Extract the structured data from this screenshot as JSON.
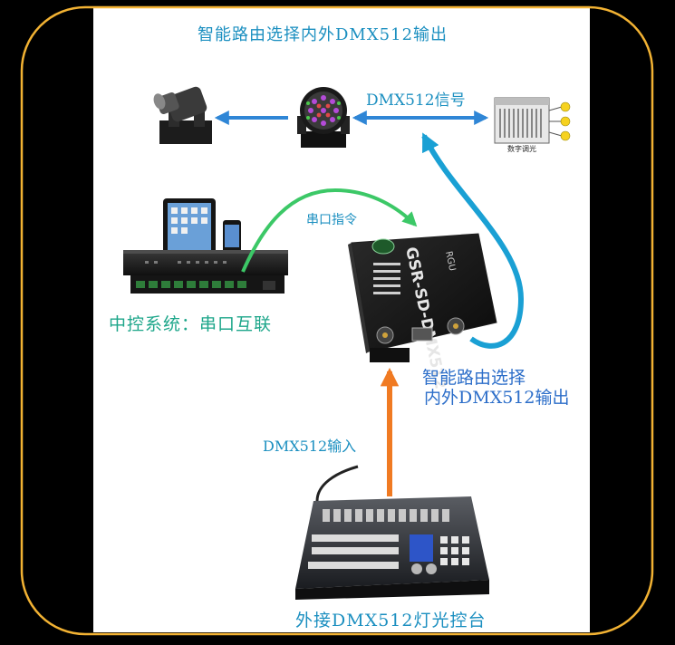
{
  "title": "智能路由选择内外DMX512输出",
  "dmx_signal_label": "DMX512信号",
  "serial_command_label": "串口指令",
  "control_system_label": "中控系统：串口互联",
  "router_label_line1": "智能路由选择",
  "router_label_line2": "内外DMX512输出",
  "dmx_input_label": "DMX512输入",
  "console_label": "外接DMX512灯光控台",
  "device_model_text": "GSR-SD-DMX512",
  "device_brand_text": "RGU",
  "dimmer_caption": "数字调光",
  "colors": {
    "frame_border": "#f2b233",
    "background": "#000000",
    "canvas": "#ffffff",
    "arrow_blue": "#2f86d6",
    "arrow_cyan": "#1aa0d4",
    "arrow_green": "#3cc867",
    "arrow_orange": "#f07a22",
    "text_blue": "#1b8fc0"
  },
  "icons": [
    "moving-head-light",
    "led-moving-head",
    "digital-dimmer-pack",
    "central-control-host",
    "tablet",
    "smartphone",
    "serial-dmx-router",
    "lighting-console"
  ]
}
